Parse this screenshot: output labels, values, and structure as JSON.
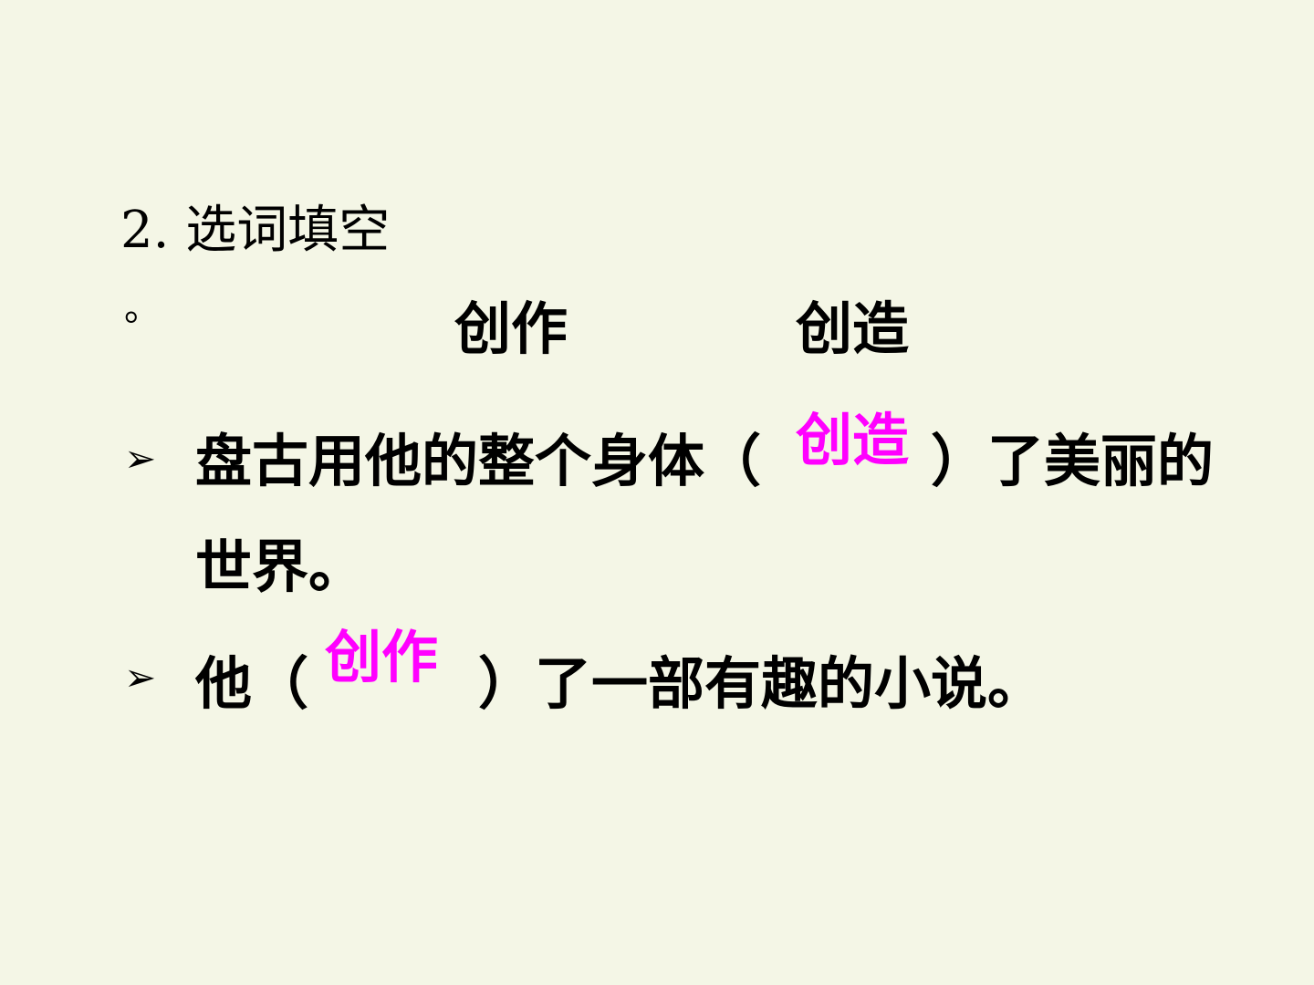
{
  "title": "2. 选词填空",
  "dot": "。",
  "choices": [
    "创作",
    "创造"
  ],
  "bullet_icon": "arrow-bullet-icon",
  "bullet_glyph": "➢",
  "sentence1": {
    "line1": "盘古用他的整个身体（　　　）了美丽的",
    "line2": "世界。",
    "answer": "创造"
  },
  "sentence2": {
    "text": "他（　　　）了一部有趣的小说。",
    "answer": "创作"
  },
  "colors": {
    "background": "#f4f6e6",
    "answer": "#ff00ff",
    "text": "#000000"
  }
}
